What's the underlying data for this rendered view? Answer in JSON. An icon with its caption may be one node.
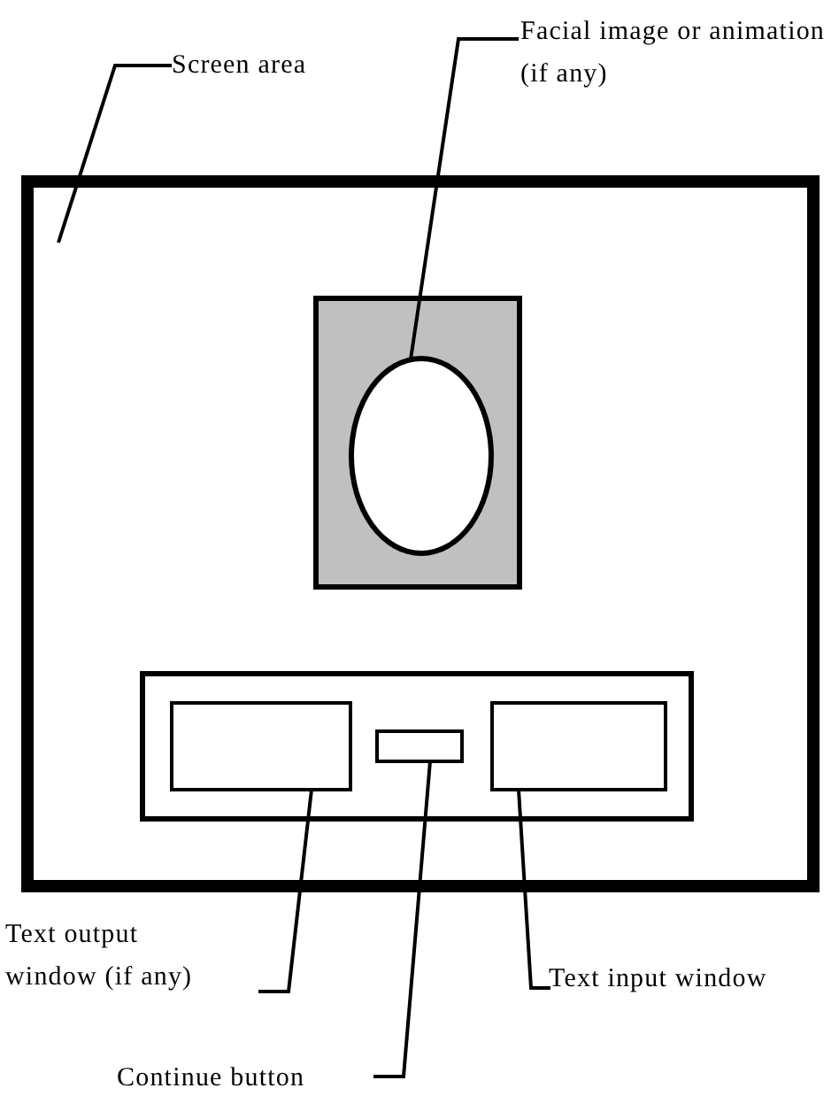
{
  "diagram": {
    "nodes": [
      {
        "text": [
          "Screen area"
        ]
      },
      {
        "text": [
          "Facial image or animation (if any)"
        ]
      },
      {
        "text": [],
        "shape": "box"
      },
      {
        "text": [],
        "shape": "box",
        "in": 2
      },
      {
        "text": [],
        "shape": "ellipse",
        "in": 3
      },
      {
        "text": [],
        "shape": "box",
        "in": 2
      },
      {
        "text": [],
        "shape": "box",
        "in": 5
      },
      {
        "text": [],
        "shape": "box",
        "in": 5
      },
      {
        "text": [],
        "shape": "box",
        "in": 5
      },
      {
        "text": [
          "Text output window (if any)"
        ]
      },
      {
        "text": [
          "Text input window"
        ]
      },
      {
        "text": [
          "Continue button"
        ]
      }
    ],
    "edges": [
      {
        "from": 0,
        "to": 2,
        "arrow": "none"
      },
      {
        "from": 1,
        "to": 4,
        "arrow": "none"
      },
      {
        "from": 9,
        "to": 6,
        "arrow": "none"
      },
      {
        "from": 10,
        "to": 8,
        "arrow": "none"
      },
      {
        "from": 11,
        "to": 7,
        "arrow": "none"
      }
    ]
  }
}
